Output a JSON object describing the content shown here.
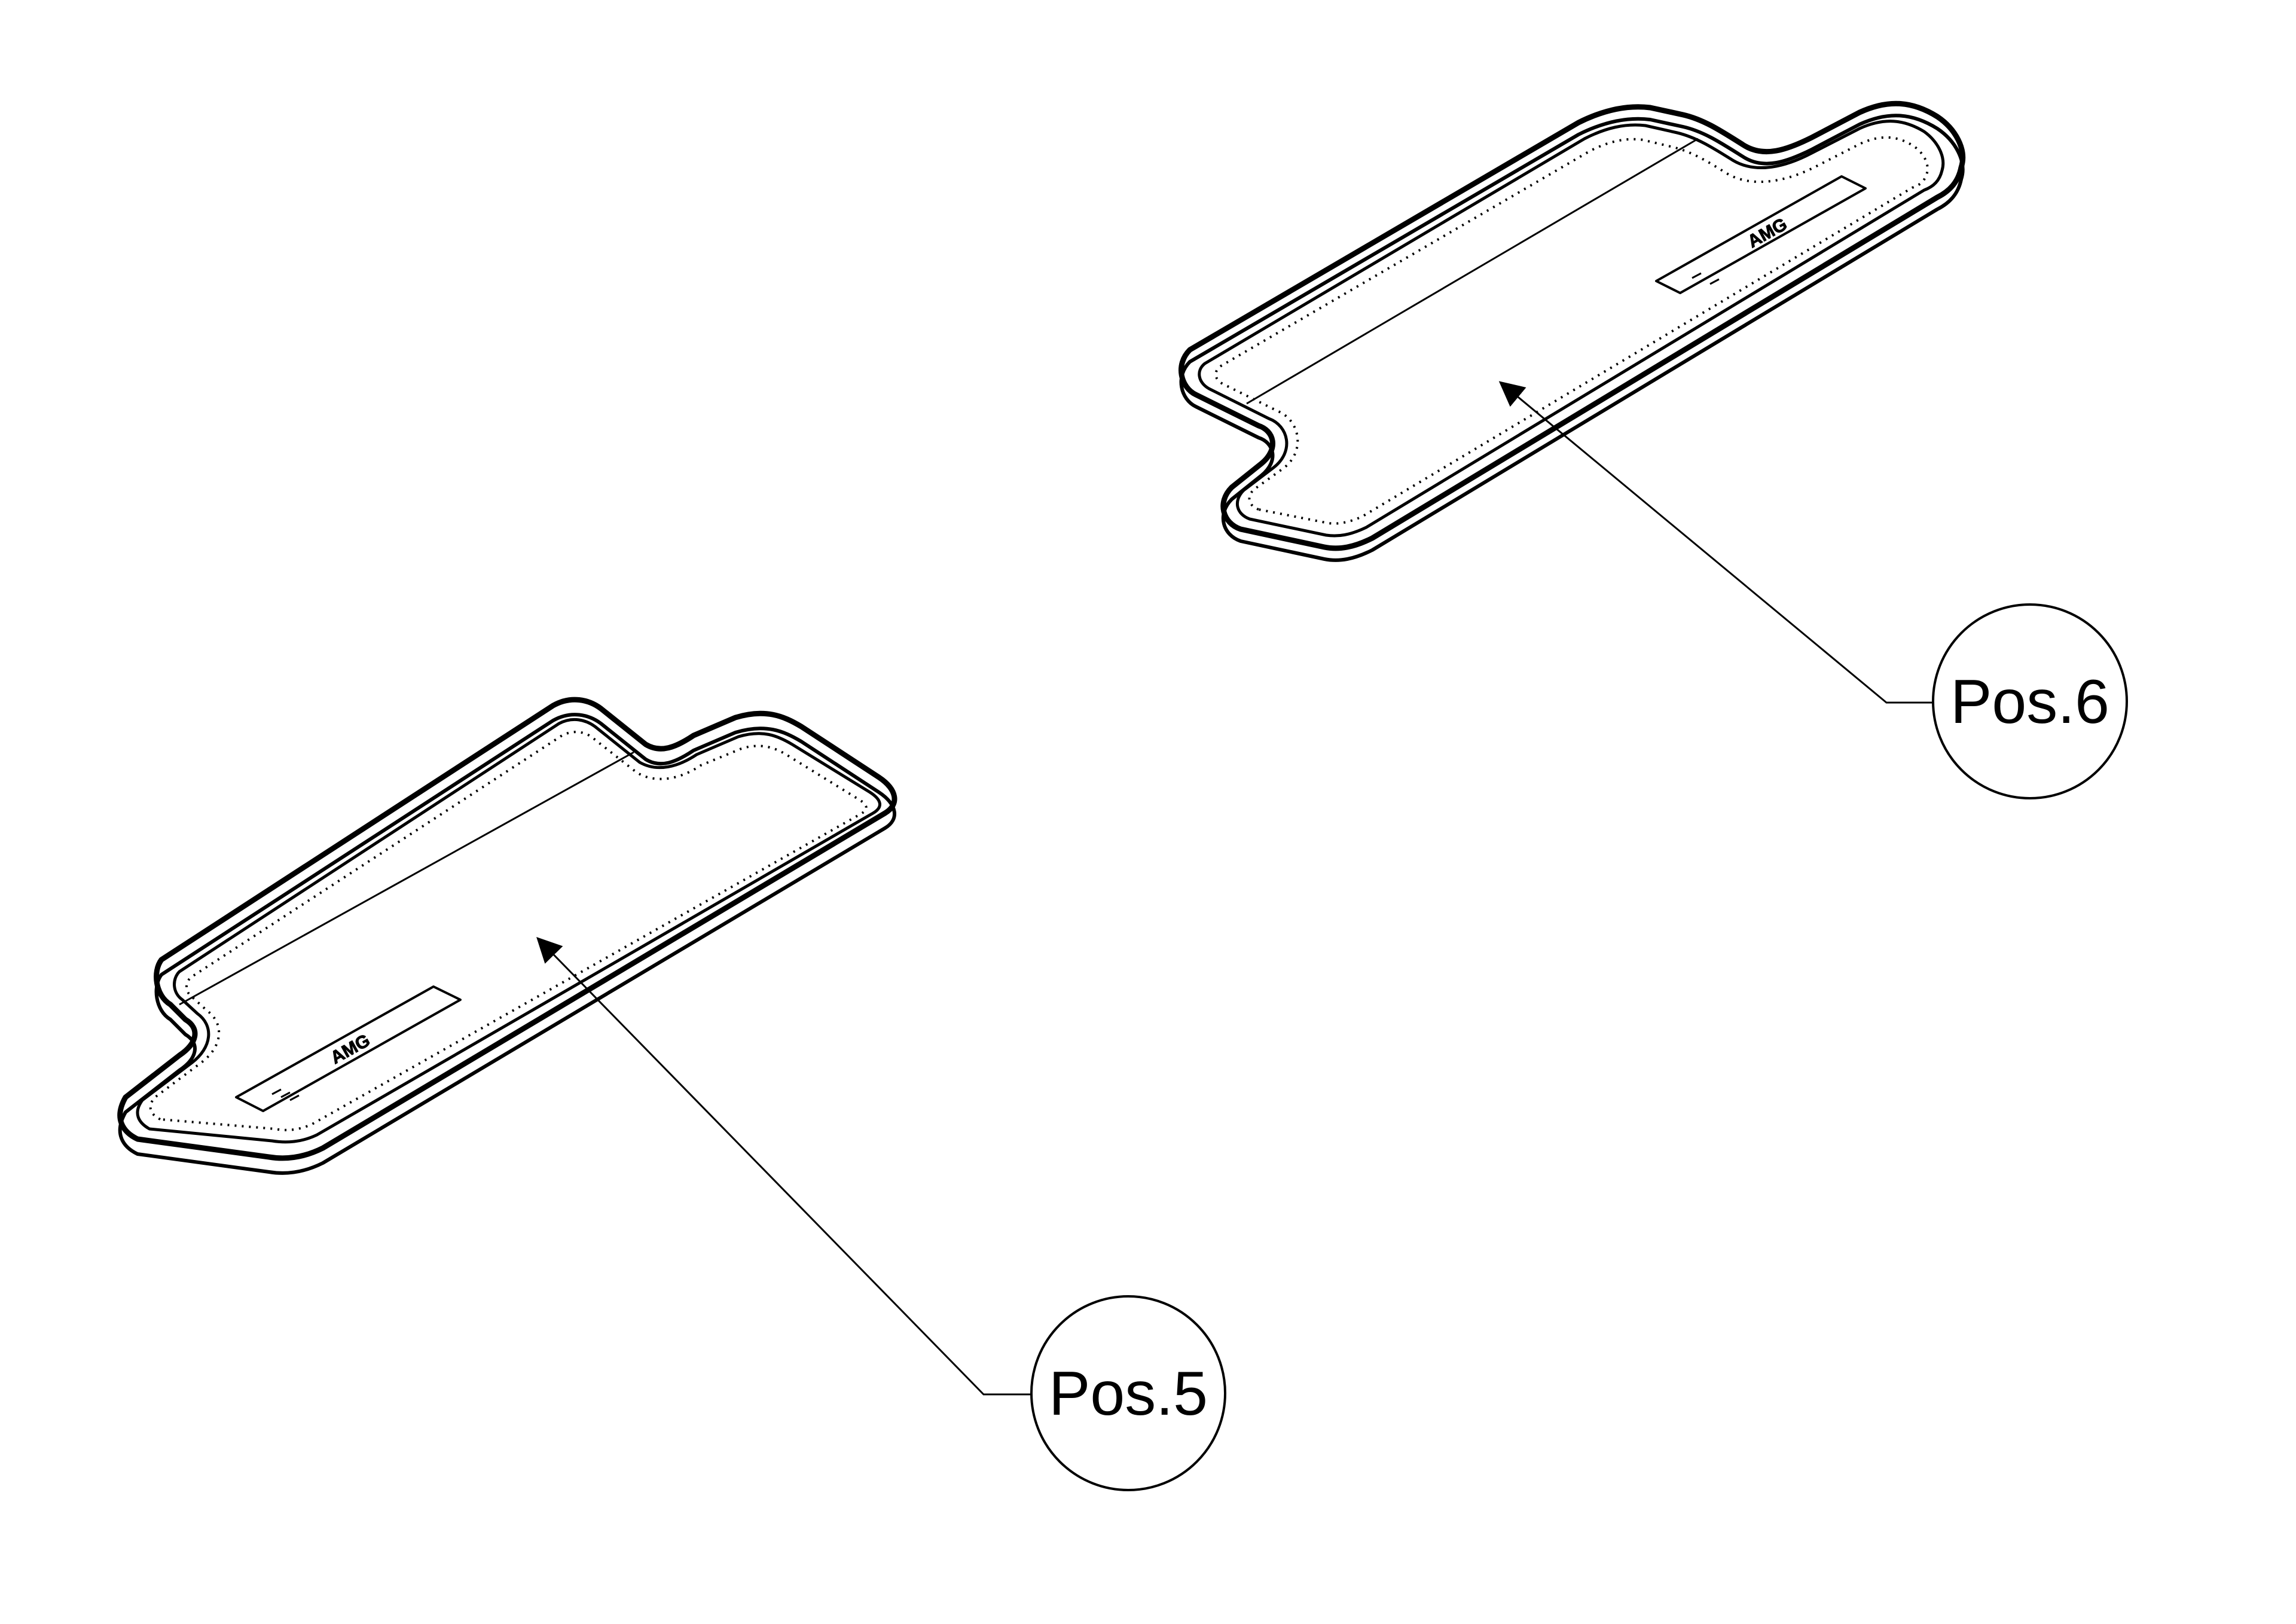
{
  "drawing": {
    "line_color": "#000000",
    "background": "#ffffff"
  },
  "parts": [
    {
      "id": "mat-rear-left",
      "badge_text": "AMG"
    },
    {
      "id": "mat-rear-right",
      "badge_text": "AMG"
    }
  ],
  "callouts": [
    {
      "label": "Pos.5",
      "target": "mat-rear-left"
    },
    {
      "label": "Pos.6",
      "target": "mat-rear-right"
    }
  ]
}
